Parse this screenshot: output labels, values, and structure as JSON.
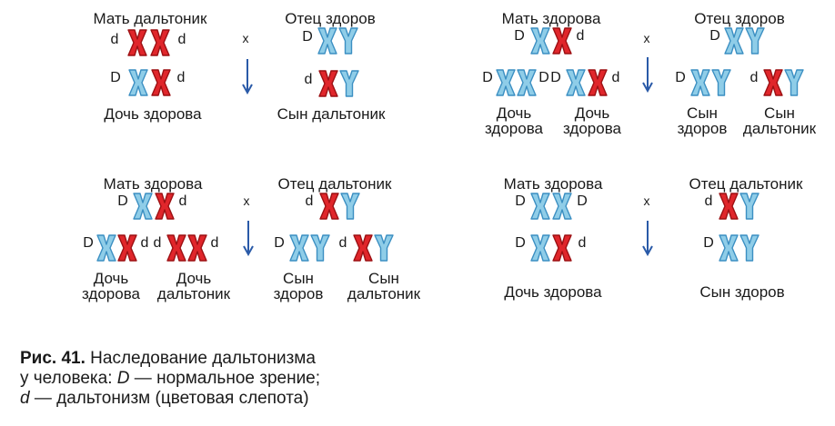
{
  "colors": {
    "healthy": "#8fcde8",
    "healthy_stroke": "#3b8fc2",
    "affected": "#e0262b",
    "affected_stroke": "#9c1013",
    "arrow": "#2a5aa8"
  },
  "cross_symbol": "x",
  "labels": {
    "p1": {
      "mother": "Мать дальтоник",
      "father": "Отец здоров",
      "daughter": "Дочь здорова",
      "son": "Сын дальтоник"
    },
    "p2": {
      "mother": "Мать здорова",
      "father": "Отец здоров",
      "d1a": "Дочь",
      "d1b": "здорова",
      "d2a": "Дочь",
      "d2b": "здорова",
      "s1a": "Сын",
      "s1b": "здоров",
      "s2a": "Сын",
      "s2b": "дальтоник"
    },
    "p3": {
      "mother": "Мать здорова",
      "father": "Отец дальтоник",
      "d1a": "Дочь",
      "d1b": "здорова",
      "d2a": "Дочь",
      "d2b": "дальтоник",
      "s1a": "Сын",
      "s1b": "здоров",
      "s2a": "Сын",
      "s2b": "дальтоник"
    },
    "p4": {
      "mother": "Мать здорова",
      "father": "Отец дальтоник",
      "daughter": "Дочь здорова",
      "son": "Сын здоров"
    }
  },
  "alleles": {
    "D": "D",
    "d": "d"
  },
  "caption": {
    "fig": "Рис. 41.",
    "line1": "Наследование дальтонизма",
    "line2a": "у человека: ",
    "line2D": "D",
    "line2b": " — нормальное зрение;",
    "line3d": "d",
    "line3b": " — дальтонизм (цветовая слепота)"
  }
}
